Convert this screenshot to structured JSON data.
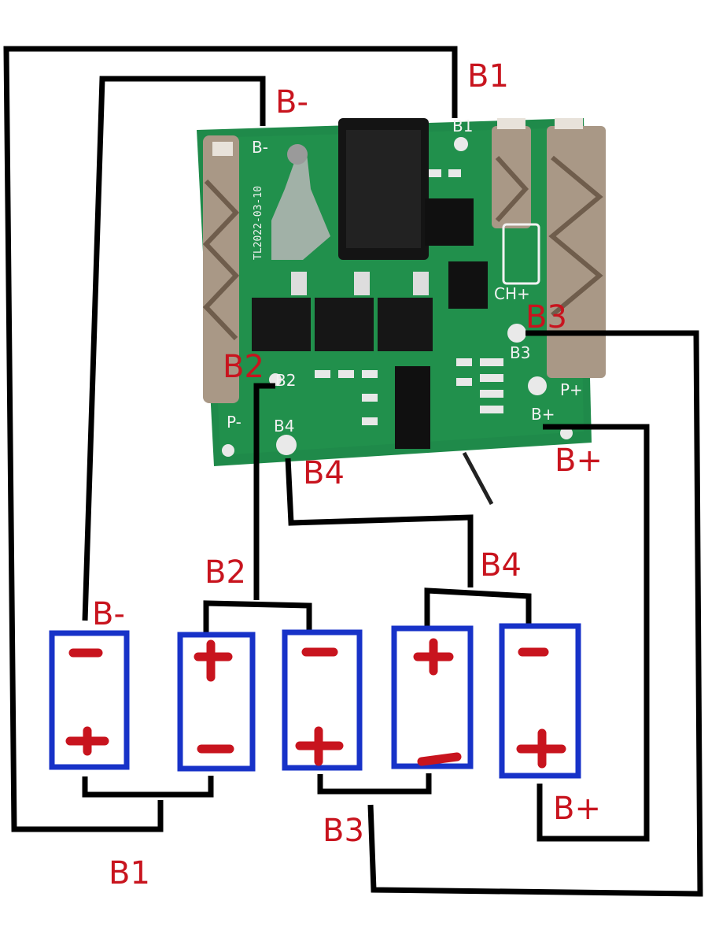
{
  "colors": {
    "wire": "#000000",
    "label": "#c8141e",
    "cell_outline": "#1732c8",
    "pcb_green": "#1f8a4a",
    "pcb_silk": "#f2f2f2",
    "terminal_metal": "#a99886"
  },
  "pcb": {
    "date_code": "TL2022-03-10",
    "pads": {
      "b_minus": "B-",
      "b1": "B1",
      "b2": "B2",
      "b3": "B3",
      "b4": "B4",
      "b_plus": "B+",
      "p_minus": "P-",
      "p_plus": "P+",
      "ch_plus": "CH+"
    }
  },
  "labels": {
    "top_b1": "B1",
    "top_b_minus": "B-",
    "pcb_b3": "B3",
    "pcb_b2": "B2",
    "pcb_b4": "B4",
    "pcb_b_plus": "B+",
    "mid_b2": "B2",
    "mid_b4": "B4",
    "cell_b_minus": "B-",
    "bottom_b3": "B3",
    "bottom_b_plus": "B+",
    "bottom_b1": "B1"
  },
  "cells": [
    {
      "id": 1,
      "top_sign": "-",
      "bottom_sign": "+"
    },
    {
      "id": 2,
      "top_sign": "+",
      "bottom_sign": "-"
    },
    {
      "id": 3,
      "top_sign": "-",
      "bottom_sign": "+"
    },
    {
      "id": 4,
      "top_sign": "+",
      "bottom_sign": "-"
    },
    {
      "id": 5,
      "top_sign": "-",
      "bottom_sign": "+"
    }
  ]
}
